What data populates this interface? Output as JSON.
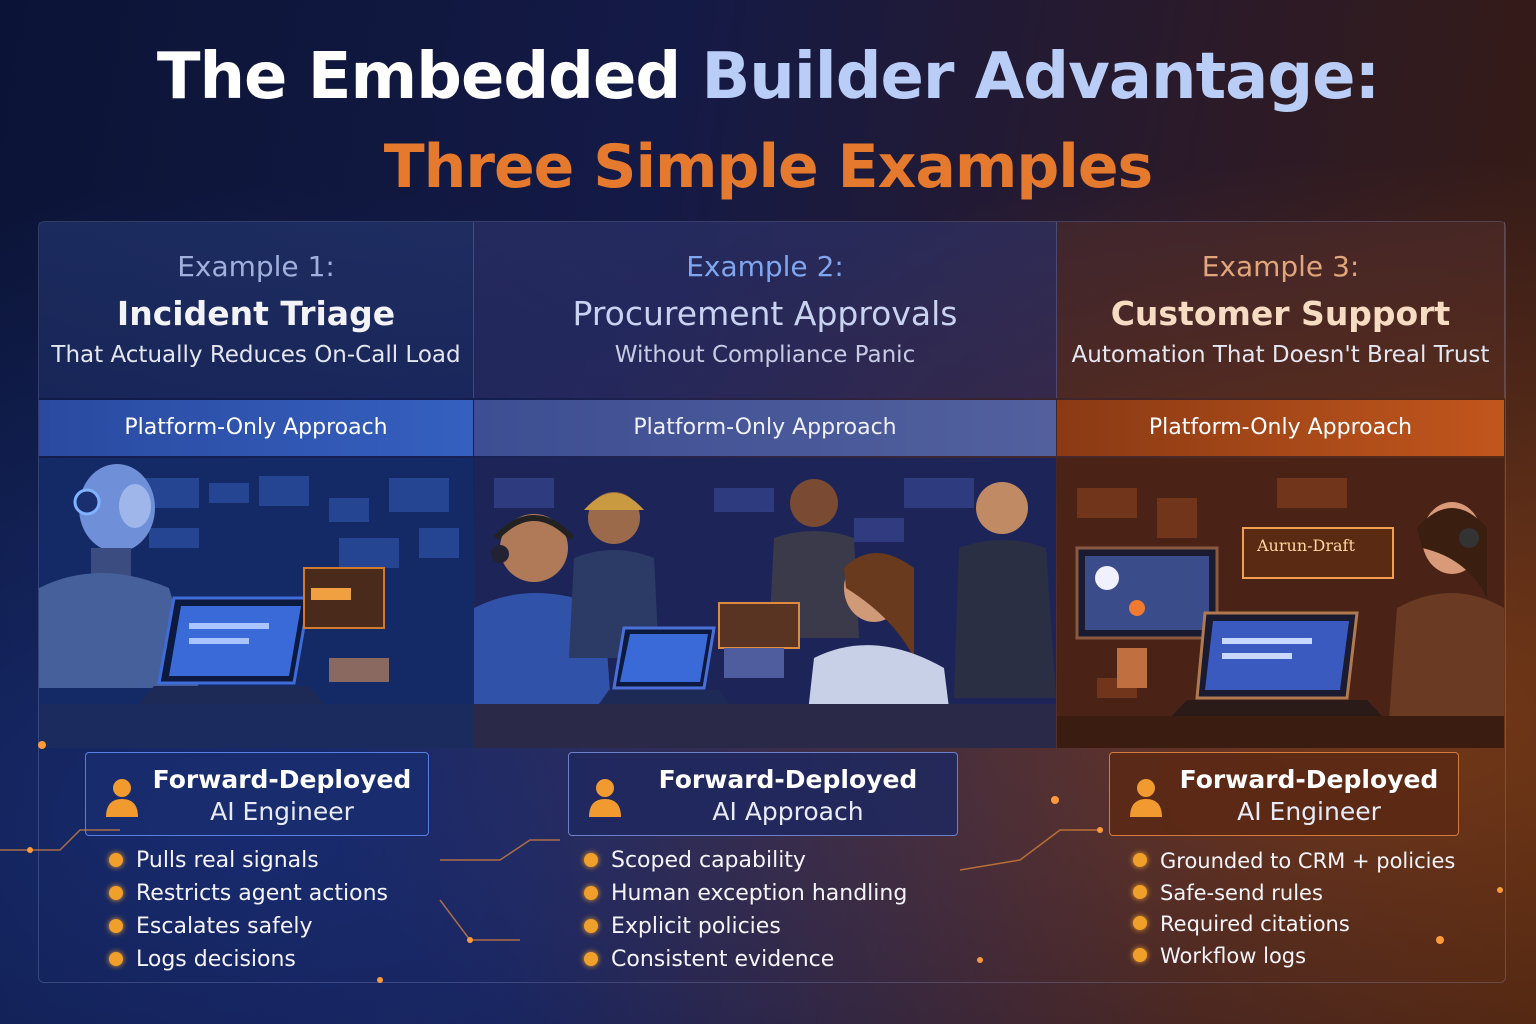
{
  "title": {
    "line1_part1": "The Embedded ",
    "line1_part2": "Builder Advantage:",
    "line2": "Three Simple Examples"
  },
  "examples": [
    {
      "label": "Example 1:",
      "name": "Incident Triage",
      "subtitle": "That Actually Reduces On-Call Load",
      "band": "Platform-Only Approach",
      "card_title": "Forward-Deployed",
      "card_sub": "AI Engineer",
      "bullets": [
        "Pulls real signals",
        "Restricts agent actions",
        "Escalates safely",
        "Logs decisions"
      ]
    },
    {
      "label": "Example 2:",
      "name": "Procurement Approvals",
      "subtitle": "Without Compliance Panic",
      "band": "Platform-Only Approach",
      "card_title": "Forward-Deployed",
      "card_sub": "AI Approach",
      "bullets": [
        "Scoped capability",
        "Human exception handling",
        "Explicit policies",
        "Consistent evidence"
      ]
    },
    {
      "label": "Example 3:",
      "name": "Customer Support",
      "subtitle": "Automation That Doesn't Breal Trust",
      "band": "Platform-Only Approach",
      "card_title": "Forward-Deployed",
      "card_sub": "AI Engineer",
      "bullets": [
        "Grounded to CRM + policies",
        "Safe-send rules",
        "Required citations",
        "Workflow logs"
      ],
      "screen_text": "Aurun-Draft"
    }
  ],
  "colors": {
    "accent_blue": "#3560c0",
    "accent_orange": "#e57a2e",
    "bullet_dot": "#f0a02a"
  },
  "icons": [
    "person-icon",
    "bullet-dot-icon",
    "robot-figure",
    "laptop-icon",
    "headset-icon"
  ]
}
